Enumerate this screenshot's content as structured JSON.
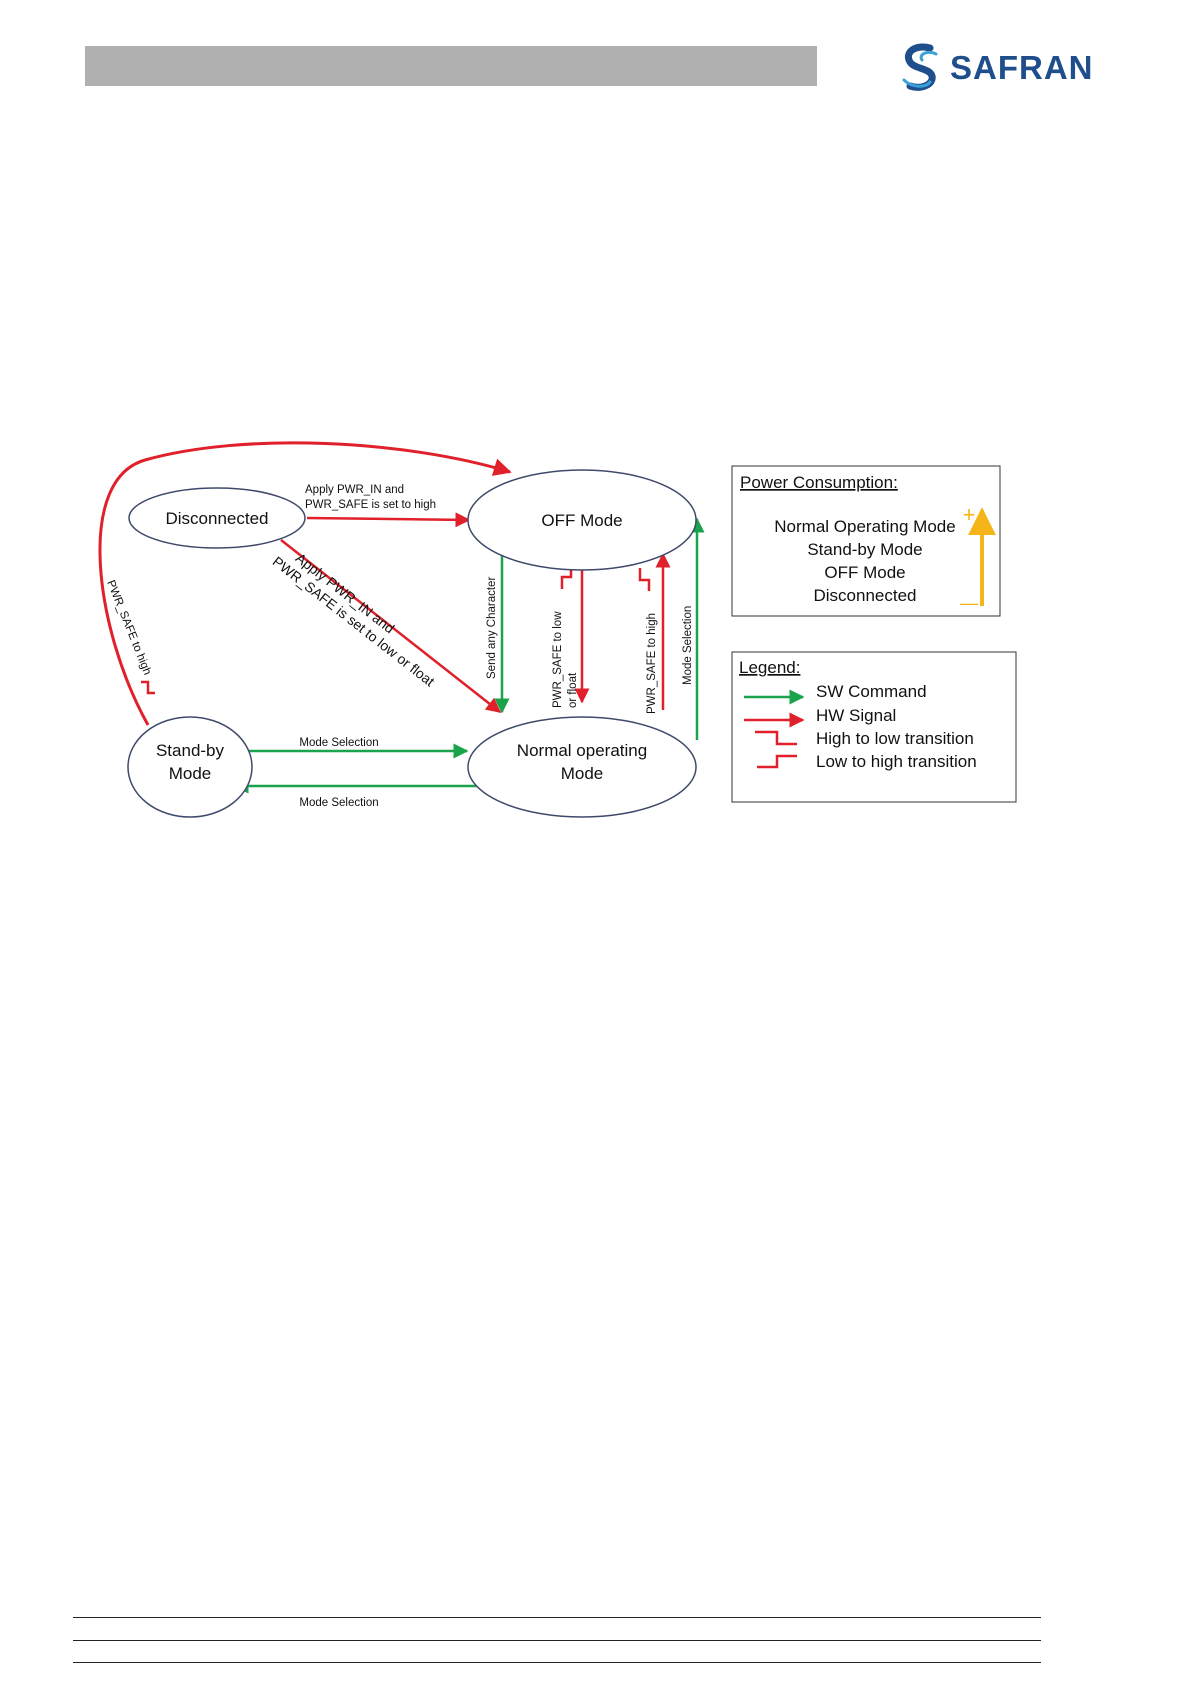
{
  "header": {
    "brand": "SAFRAN",
    "brand_color": "#1f4e8c",
    "logo_icon": "safran-s-logo-icon"
  },
  "diagram": {
    "states": {
      "disconnected": "Disconnected",
      "off_mode": "OFF Mode",
      "standby_line1": "Stand-by",
      "standby_line2": "Mode",
      "normal_line1": "Normal operating",
      "normal_line2": "Mode"
    },
    "transitions": {
      "disc_to_off_line1": "Apply PWR_IN and",
      "disc_to_off_line2": "PWR_SAFE is set to high",
      "disc_to_normal_line1": "Apply PWR_IN and",
      "disc_to_normal_line2": "PWR_SAFE is set to low or float",
      "standby_to_off": "PWR_SAFE to high",
      "off_to_normal_sw": "Send any Character",
      "off_to_normal_hw_line1": "PWR_SAFE to low",
      "off_to_normal_hw_line2": "or float",
      "normal_to_off_hw": "PWR_SAFE to high",
      "normal_to_off_sw": "Mode Selection",
      "standby_to_normal": "Mode Selection",
      "normal_to_standby": "Mode Selection"
    },
    "power_box": {
      "title": "Power Consumption:",
      "items": [
        "Normal Operating Mode",
        "Stand-by Mode",
        "OFF Mode",
        "Disconnected"
      ],
      "plus": "+",
      "minus": "—"
    },
    "legend": {
      "title": "Legend:",
      "sw": "SW Command",
      "hw": "HW Signal",
      "h2l": "High to low transition",
      "l2h": "Low to high transition"
    },
    "colors": {
      "green": "#1aa34a",
      "red": "#e0202a",
      "orange": "#f5b417",
      "ellipse_stroke": "#3f4a6b"
    }
  }
}
